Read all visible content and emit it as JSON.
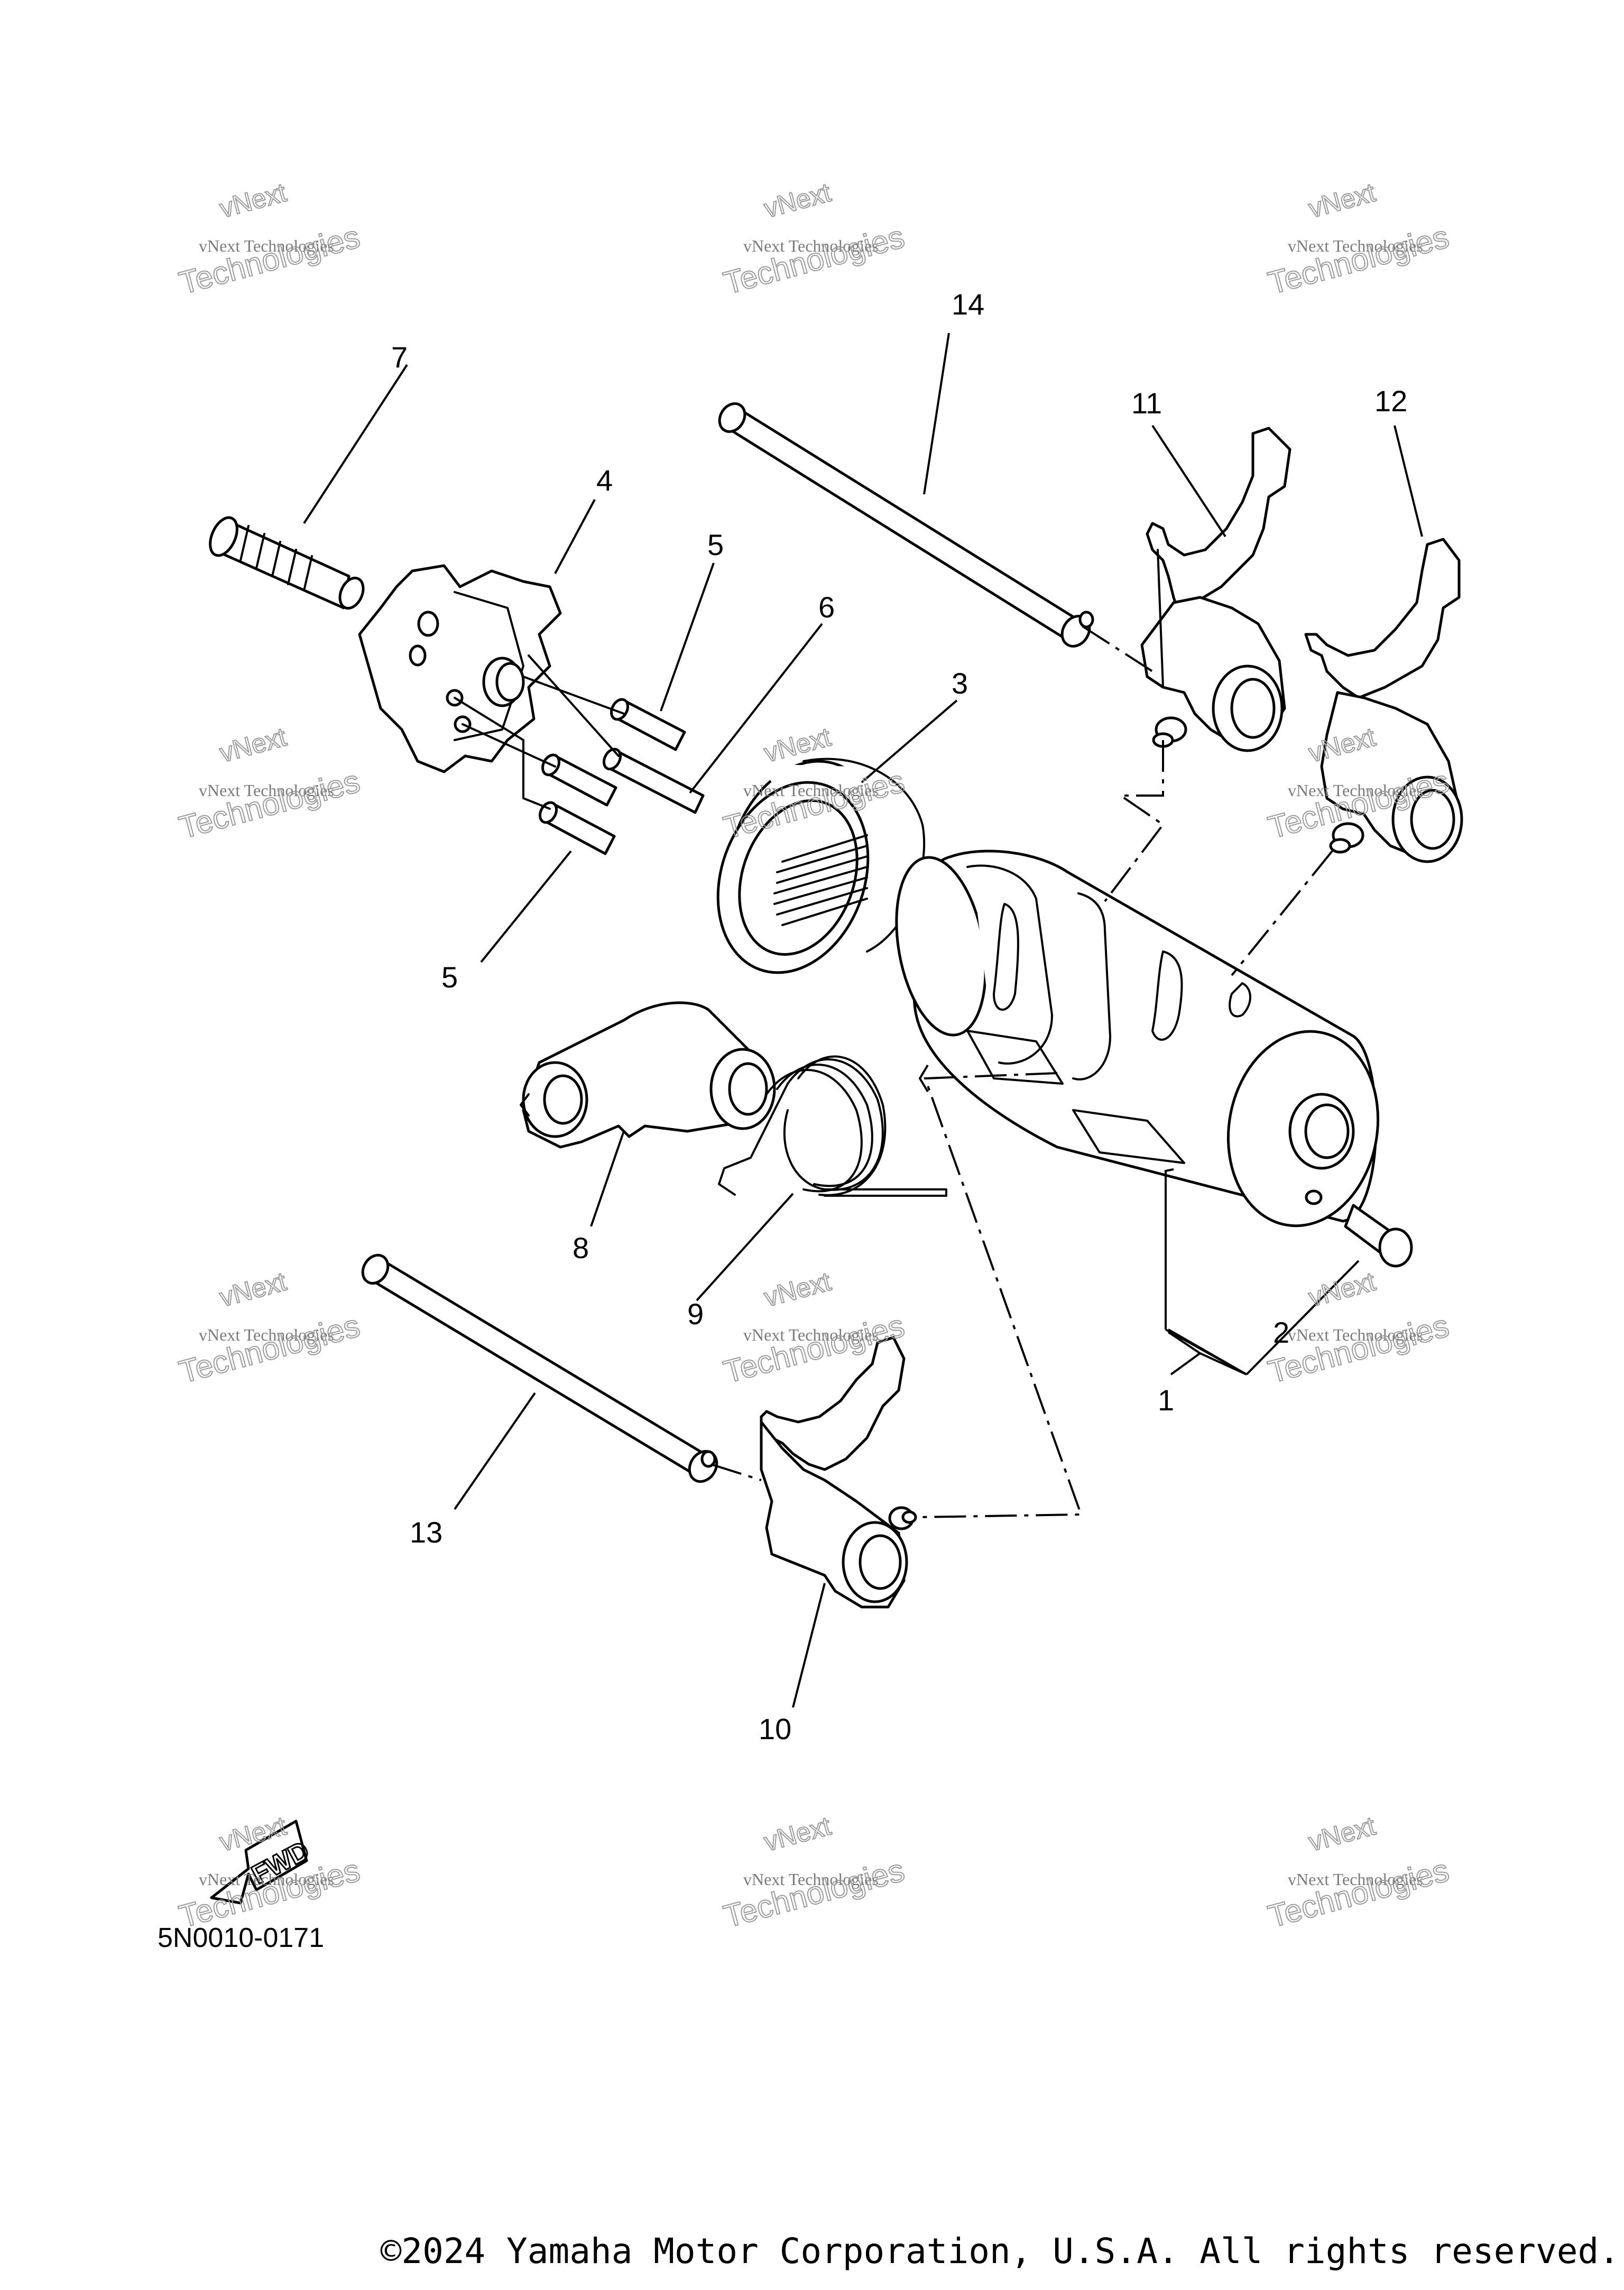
{
  "diagram_code": "5N0010-0171",
  "copyright": "©2024 Yamaha Motor Corporation, U.S.A. All rights reserved.",
  "watermark": {
    "line1": "vNext",
    "line2": "vNext Technologies",
    "line3": "Technologies"
  },
  "fwd_label": "FWD",
  "callouts": {
    "c1": "1",
    "c2": "2",
    "c3": "3",
    "c4": "4",
    "c5a": "5",
    "c5b": "5",
    "c6": "6",
    "c7": "7",
    "c8": "8",
    "c9": "9",
    "c10": "10",
    "c11": "11",
    "c12": "12",
    "c13": "13",
    "c14": "14"
  }
}
